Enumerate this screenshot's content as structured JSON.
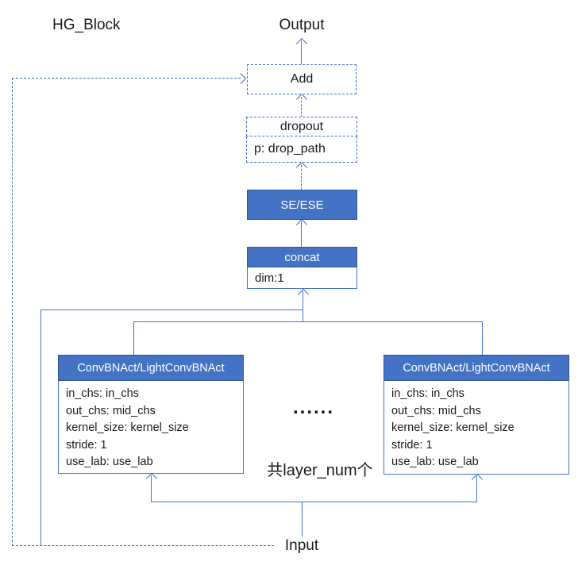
{
  "title": "HG_Block",
  "labels": {
    "output": "Output",
    "input": "Input",
    "ellipsis": "......",
    "layer_note": "共layer_num个"
  },
  "nodes": {
    "add": {
      "label": "Add"
    },
    "dropout": {
      "label": "dropout",
      "param": "p: drop_path"
    },
    "se": {
      "label": "SE/ESE"
    },
    "concat": {
      "label": "concat",
      "param": "dim:1"
    },
    "conv_left": {
      "title": "ConvBNAct/LightConvBNAct",
      "params": [
        "in_chs: in_chs",
        "out_chs: mid_chs",
        "kernel_size: kernel_size",
        "stride: 1",
        "use_lab: use_lab"
      ]
    },
    "conv_right": {
      "title": "ConvBNAct/LightConvBNAct",
      "params": [
        "in_chs: in_chs",
        "out_chs: mid_chs",
        "kernel_size: kernel_size",
        "stride: 1",
        "use_lab: use_lab"
      ]
    }
  },
  "colors": {
    "accent": "#4472C4",
    "accent_dark": "#2F5597",
    "line": "#4472C4",
    "text": "#1A1A1A"
  }
}
